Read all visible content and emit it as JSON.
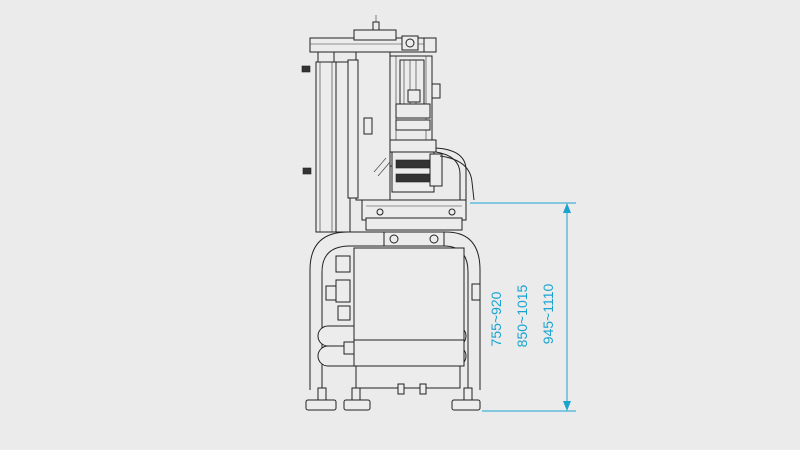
{
  "dimensions": {
    "range_1": "755~920",
    "range_2": "850~1015",
    "range_3": "945~1110"
  },
  "colors": {
    "background": "#ebebeb",
    "dimension": "#19a3cf",
    "line": "#222222"
  }
}
